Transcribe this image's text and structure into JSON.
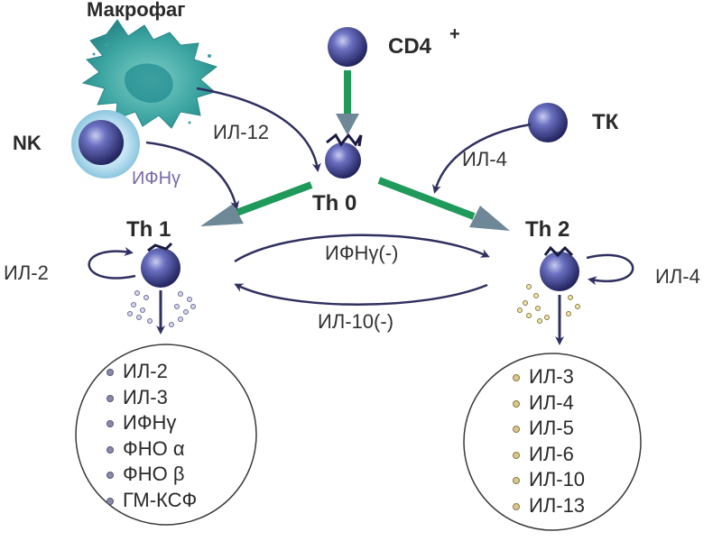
{
  "nodes": {
    "macrophage": "Макрофаг",
    "nk": "NK",
    "cd4": "CD4",
    "cd4_sup": "+",
    "tk": "ТК",
    "th0": "Th 0",
    "th1": "Th 1",
    "th2": "Th 2"
  },
  "edges": {
    "il12": "ИЛ-12",
    "ifn_nk": "ИФНγ",
    "il4_tk": "ИЛ-4",
    "ifn_cross": "ИФНγ(-)",
    "il10_cross": "ИЛ-10(-)",
    "il2_self": "ИЛ-2",
    "il4_self": "ИЛ-4"
  },
  "th1_products": [
    "ИЛ-2",
    "ИЛ-3",
    "ИФНγ",
    "ФНО α",
    "ФНО β",
    "ГМ-КСФ"
  ],
  "th2_products": [
    "ИЛ-3",
    "ИЛ-4",
    "ИЛ-5",
    "ИЛ-6",
    "ИЛ-10",
    "ИЛ-13"
  ],
  "colors": {
    "cell": "#3d3f8f",
    "green_arrow": "#1f9a5a",
    "gray_arrow": "#6f8898",
    "macrophage": "#3aa3a0",
    "nk_halo": "#a9d5e8",
    "dark_arrow": "#303060"
  }
}
